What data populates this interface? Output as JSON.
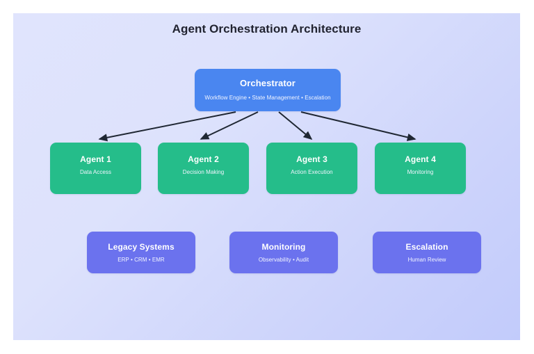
{
  "diagram": {
    "title": "Agent Orchestration Architecture",
    "background_gradient_from": "#e0e4fd",
    "background_gradient_to": "#c2cbfb",
    "colors": {
      "orchestrator": "#4a86f0",
      "agent": "#25bd8a",
      "support": "#6b72ee",
      "arrow": "#1f2733",
      "title_text": "#212330",
      "node_text": "#ffffff"
    },
    "orchestrator": {
      "title": "Orchestrator",
      "subtitle": "Workflow Engine • State Management • Escalation"
    },
    "agents": [
      {
        "title": "Agent 1",
        "subtitle": "Data Access"
      },
      {
        "title": "Agent 2",
        "subtitle": "Decision Making"
      },
      {
        "title": "Agent 3",
        "subtitle": "Action Execution"
      },
      {
        "title": "Agent 4",
        "subtitle": "Monitoring"
      }
    ],
    "support": [
      {
        "title": "Legacy Systems",
        "subtitle": "ERP • CRM • EMR"
      },
      {
        "title": "Monitoring",
        "subtitle": "Observability • Audit"
      },
      {
        "title": "Escalation",
        "subtitle": "Human Review"
      }
    ],
    "connections": [
      {
        "from": "Orchestrator",
        "to": "Agent 1",
        "style": "arrow"
      },
      {
        "from": "Orchestrator",
        "to": "Agent 2",
        "style": "arrow"
      },
      {
        "from": "Orchestrator",
        "to": "Agent 3",
        "style": "arrow"
      },
      {
        "from": "Orchestrator",
        "to": "Agent 4",
        "style": "arrow"
      }
    ]
  }
}
